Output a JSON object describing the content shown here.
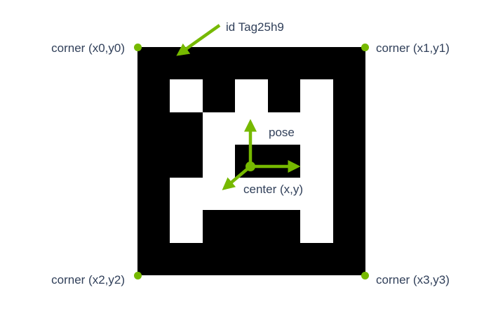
{
  "colors": {
    "accent_green": "#76b900",
    "text": "#31405a",
    "tag_black": "#000000",
    "tag_white": "#ffffff",
    "background": "#ffffff"
  },
  "tag": {
    "id_label": "id Tag25h9",
    "family": "Tag25h9",
    "grid_size": 7,
    "pattern": [
      "0000000",
      "0101010",
      "0011110",
      "0010010",
      "0111110",
      "0100010",
      "0000000"
    ]
  },
  "annotations": {
    "corner_top_left": "corner (x0,y0)",
    "corner_top_right": "corner (x1,y1)",
    "corner_bottom_left": "corner (x2,y2)",
    "corner_bottom_right": "corner (x3,y3)",
    "pose_label": "pose",
    "center_label": "center (x,y)"
  }
}
